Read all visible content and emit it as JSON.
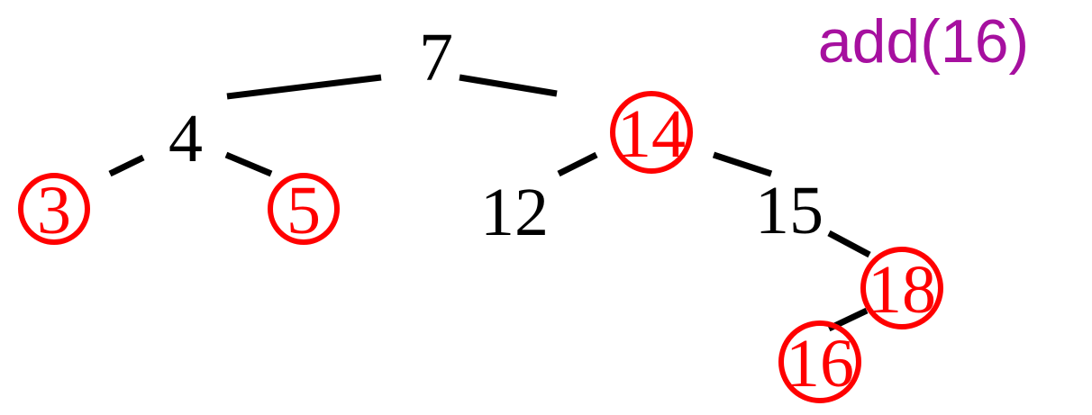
{
  "operation": {
    "label": "add(16)",
    "color": "#a6109f"
  },
  "colors": {
    "black": "#000000",
    "red": "#ff0000",
    "edge": "#000000"
  },
  "tree": {
    "nodes": [
      {
        "id": "n7",
        "label": "7",
        "color": "black"
      },
      {
        "id": "n4",
        "label": "4",
        "color": "black"
      },
      {
        "id": "n3",
        "label": "3",
        "color": "red"
      },
      {
        "id": "n5",
        "label": "5",
        "color": "red"
      },
      {
        "id": "n14",
        "label": "14",
        "color": "red"
      },
      {
        "id": "n12",
        "label": "12",
        "color": "black"
      },
      {
        "id": "n15",
        "label": "15",
        "color": "black"
      },
      {
        "id": "n18",
        "label": "18",
        "color": "red"
      },
      {
        "id": "n16",
        "label": "16",
        "color": "red"
      }
    ],
    "edges": [
      {
        "from": "n7",
        "to": "n4"
      },
      {
        "from": "n7",
        "to": "n14"
      },
      {
        "from": "n4",
        "to": "n3"
      },
      {
        "from": "n4",
        "to": "n5"
      },
      {
        "from": "n14",
        "to": "n12"
      },
      {
        "from": "n14",
        "to": "n15"
      },
      {
        "from": "n15",
        "to": "n18"
      },
      {
        "from": "n18",
        "to": "n16"
      }
    ]
  }
}
